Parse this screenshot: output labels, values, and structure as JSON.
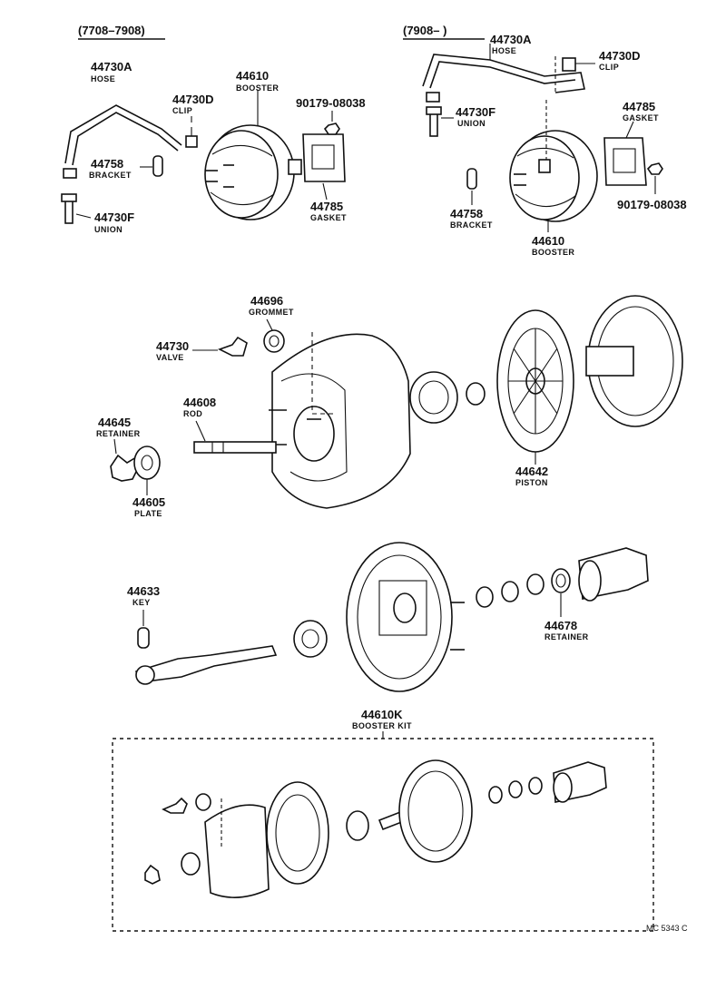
{
  "headers": {
    "left_range": "(7708–7908)",
    "right_range": "(7908–      )"
  },
  "top_left": {
    "hose": {
      "num": "44730A",
      "name": "HOSE"
    },
    "booster": {
      "num": "44610",
      "name": "BOOSTER"
    },
    "clip": {
      "num": "44730D",
      "name": "CLIP"
    },
    "nut": {
      "num": "90179-08038"
    },
    "bracket": {
      "num": "44758",
      "name": "BRACKET"
    },
    "gasket": {
      "num": "44785",
      "name": "GASKET"
    },
    "union": {
      "num": "44730F",
      "name": "UNION"
    }
  },
  "top_right": {
    "hose": {
      "num": "44730A",
      "name": "HOSE"
    },
    "clip": {
      "num": "44730D",
      "name": "CLIP"
    },
    "union": {
      "num": "44730F",
      "name": "UNION"
    },
    "gasket": {
      "num": "44785",
      "name": "GASKET"
    },
    "bracket": {
      "num": "44758",
      "name": "BRACKET"
    },
    "nut": {
      "num": "90179-08038"
    },
    "booster": {
      "num": "44610",
      "name": "BOOSTER"
    }
  },
  "middle": {
    "grommet": {
      "num": "44696",
      "name": "GROMMET"
    },
    "valve": {
      "num": "44730",
      "name": "VALVE"
    },
    "rod": {
      "num": "44608",
      "name": "ROD"
    },
    "retainer": {
      "num": "44645",
      "name": "RETAINER"
    },
    "plate": {
      "num": "44605",
      "name": "PLATE"
    },
    "piston": {
      "num": "44642",
      "name": "PISTON"
    }
  },
  "lower": {
    "key": {
      "num": "44633",
      "name": "KEY"
    },
    "retainer": {
      "num": "44678",
      "name": "RETAINER"
    }
  },
  "kit": {
    "num": "44610K",
    "name": "BOOSTER KIT"
  },
  "footer_code": "MC 5343 C"
}
